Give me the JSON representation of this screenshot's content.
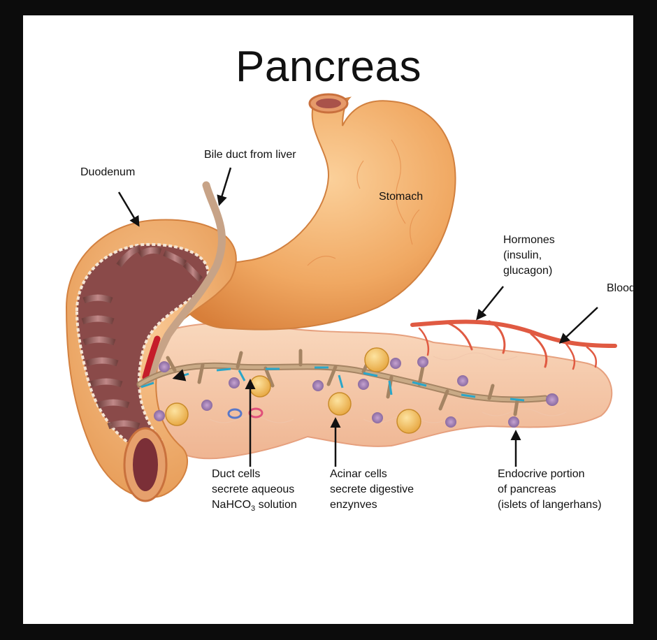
{
  "diagram": {
    "title": "Pancreas",
    "labels": {
      "duodenum": "Duodenum",
      "bile_duct": "Bile duct from liver",
      "stomach": "Stomach",
      "hormones": [
        "Hormones",
        "(insulin,",
        "glucagon)"
      ],
      "blood": "Blood",
      "duct_cells": [
        "Duct cells",
        "secrete aqueous",
        "NaHCO",
        "3",
        "solution"
      ],
      "acinar_cells": [
        "Acinar cells",
        "secrete digestive",
        "enzynves"
      ],
      "endocrine": [
        "Endocrive portion",
        "of pancreas",
        "(islets of langerhans)"
      ]
    }
  },
  "colors": {
    "frame": "#0c0c0c",
    "background": "#ffffff",
    "stomach": "#f0a862",
    "pancreas": "#f7c9a8",
    "duodenum_wall": "#f2b27a",
    "duct": "#a98a6d",
    "bile_flow": "#2aa6c9",
    "vessel": "#e0573f",
    "islet": "#a07ab0",
    "acinar": "#f0b84a"
  }
}
